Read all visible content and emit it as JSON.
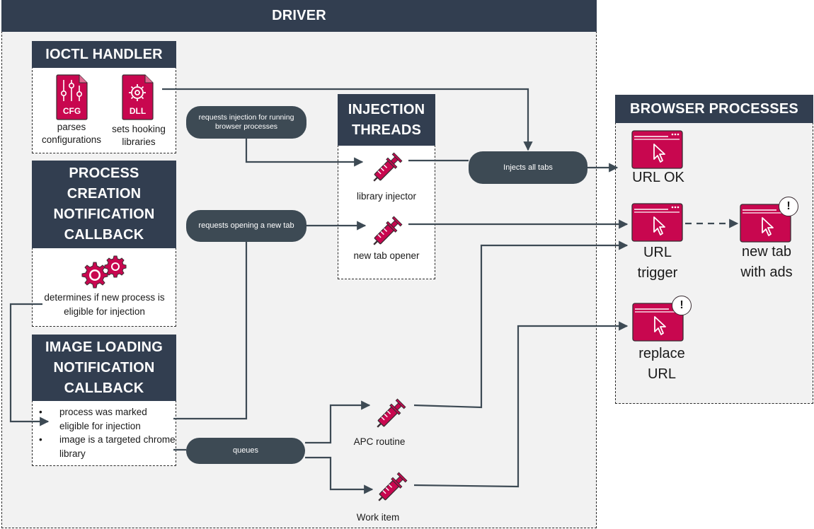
{
  "driver": {
    "title": "DRIVER"
  },
  "ioctl": {
    "title": "IOCTL HANDLER",
    "cfg_icon": {
      "icon": "cfg-file-icon",
      "text": "CFG"
    },
    "dll_icon": {
      "icon": "dll-file-icon",
      "text": "DLL"
    },
    "cfg_label": "parses configurations",
    "dll_label": "sets hooking libraries"
  },
  "process_callback": {
    "title": "PROCESS CREATION NOTIFICATION CALLBACK",
    "gears_icon": "gears-icon",
    "label": "determines if new process is eligible for injection"
  },
  "image_callback": {
    "title": "IMAGE LOADING NOTIFICATION CALLBACK",
    "bullets": [
      "process was marked eligible for injection",
      "image is a targeted chrome library"
    ]
  },
  "injection_threads": {
    "title": "INJECTION THREADS",
    "library_injector": "library injector",
    "new_tab_opener": "new tab opener"
  },
  "routines": {
    "apc": "APC routine",
    "work_item": "Work item"
  },
  "pills": {
    "requests_injection": "requests injection for running browser processes",
    "requests_new_tab": "requests opening a new tab",
    "injects_all_tabs": "Injects all tabs",
    "queues": "queues"
  },
  "browser": {
    "title": "BROWSER PROCESSES",
    "url_ok": "URL OK",
    "url_trigger": "URL trigger",
    "new_tab_ads": "new tab with ads",
    "replace_url": "replace URL"
  },
  "colors": {
    "header": "#323e50",
    "pill": "#3d4a54",
    "accent": "#c8074f",
    "panel": "#f2f2f2"
  }
}
